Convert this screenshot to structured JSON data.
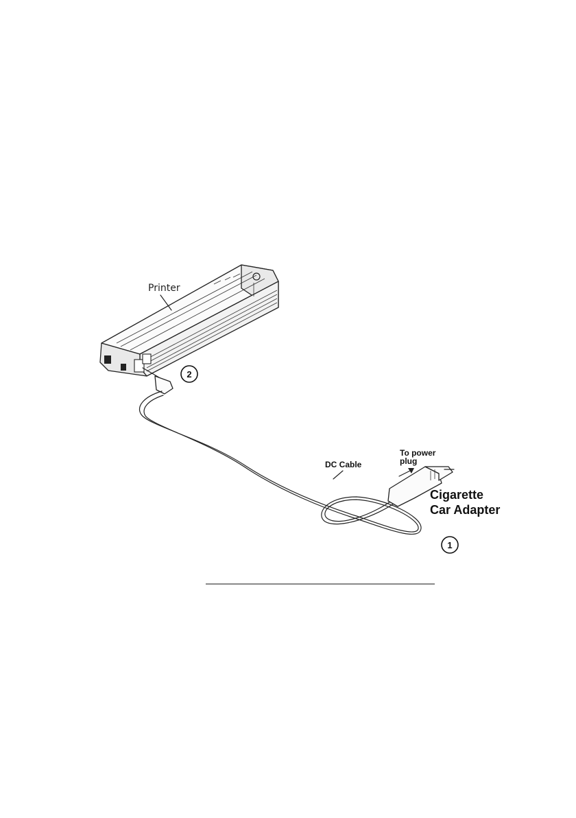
{
  "labels": {
    "printer": "Printer",
    "dc_cable": "DC Cable",
    "to_power_line1": "To power",
    "to_power_line2": "plug",
    "adapter_line1": "Cigarette",
    "adapter_line2": "Car Adapter"
  },
  "callouts": {
    "step_1": "1",
    "step_2": "2"
  }
}
